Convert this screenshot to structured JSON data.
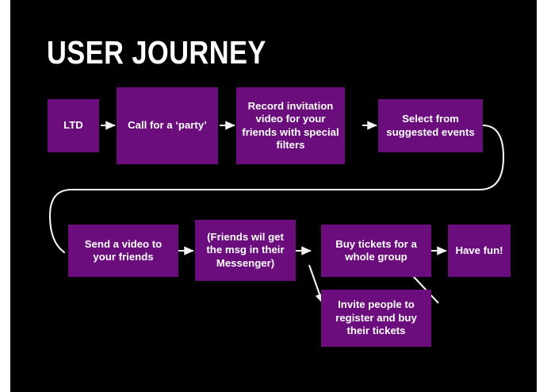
{
  "slide": {
    "title": "USER JOURNEY",
    "background_color": "#000000",
    "node_color": "#6B0D7D",
    "text_color": "#FFFFFF",
    "connector_color": "#F2F2F2"
  },
  "flow": {
    "row1": [
      {
        "id": "ltd",
        "label": "LTD"
      },
      {
        "id": "call-for-party",
        "label": "Call for a ‘party’"
      },
      {
        "id": "record-invitation-video",
        "label": "Record invitation video for your friends with special filters"
      },
      {
        "id": "select-suggested-events",
        "label": "Select from suggested events"
      }
    ],
    "row2": [
      {
        "id": "send-video",
        "label": "Send a video to your friends"
      },
      {
        "id": "friends-get-msg",
        "label": "(Friends wil get the msg in their Messenger)"
      },
      {
        "id": "buy-tickets-group",
        "label": "Buy tickets for a whole group"
      },
      {
        "id": "have-fun",
        "label": "Have fun!"
      }
    ],
    "row3": [
      {
        "id": "invite-people-register",
        "label": "Invite people to register and buy their tickets"
      }
    ],
    "connectors": [
      {
        "id": "ltd-to-call",
        "type": "arrow-right"
      },
      {
        "id": "call-to-record",
        "type": "arrow-right"
      },
      {
        "id": "record-to-select",
        "type": "arrow-right"
      },
      {
        "id": "select-to-send",
        "type": "curved-wrap"
      },
      {
        "id": "send-to-friends-msg",
        "type": "arrow-right"
      },
      {
        "id": "friends-msg-to-buy",
        "type": "arrow-right"
      },
      {
        "id": "buy-to-have-fun",
        "type": "arrow-right"
      },
      {
        "id": "buy-to-invite",
        "type": "arrow-diagonal-down"
      },
      {
        "id": "invite-to-have-fun",
        "type": "arrow-diagonal-up"
      }
    ]
  }
}
